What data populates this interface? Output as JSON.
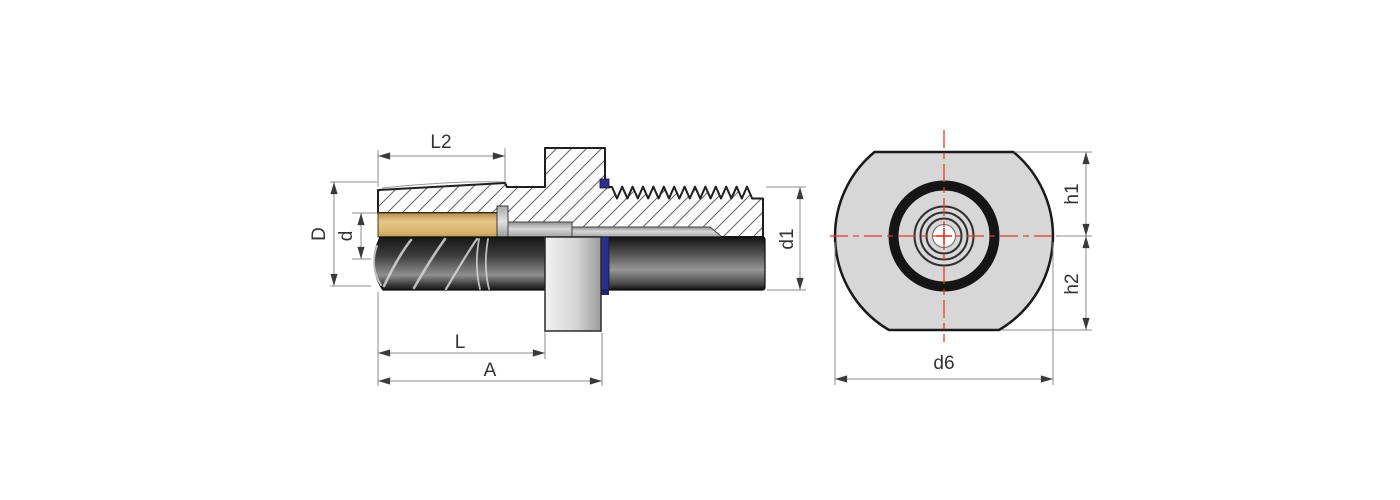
{
  "drawing": {
    "kind": "technical-drawing",
    "side_view": {
      "name": "tool-holder-side-section",
      "dim_labels": {
        "l2": "L2",
        "big_d": "D",
        "small_d": "d",
        "d1": "d1",
        "l": "L",
        "a": "A"
      }
    },
    "front_view": {
      "name": "tool-holder-front-view",
      "dim_labels": {
        "h1": "h1",
        "h2": "h2",
        "d6": "d6"
      }
    },
    "colors": {
      "accent_red": "#e23c30",
      "tool_shank_gold": "#d9b470",
      "seal_blue": "#2b2f8e",
      "body_gray": "#d7d7d7",
      "steel_dark": "#2b2b2b",
      "line_gray": "#8c8c8c"
    }
  }
}
